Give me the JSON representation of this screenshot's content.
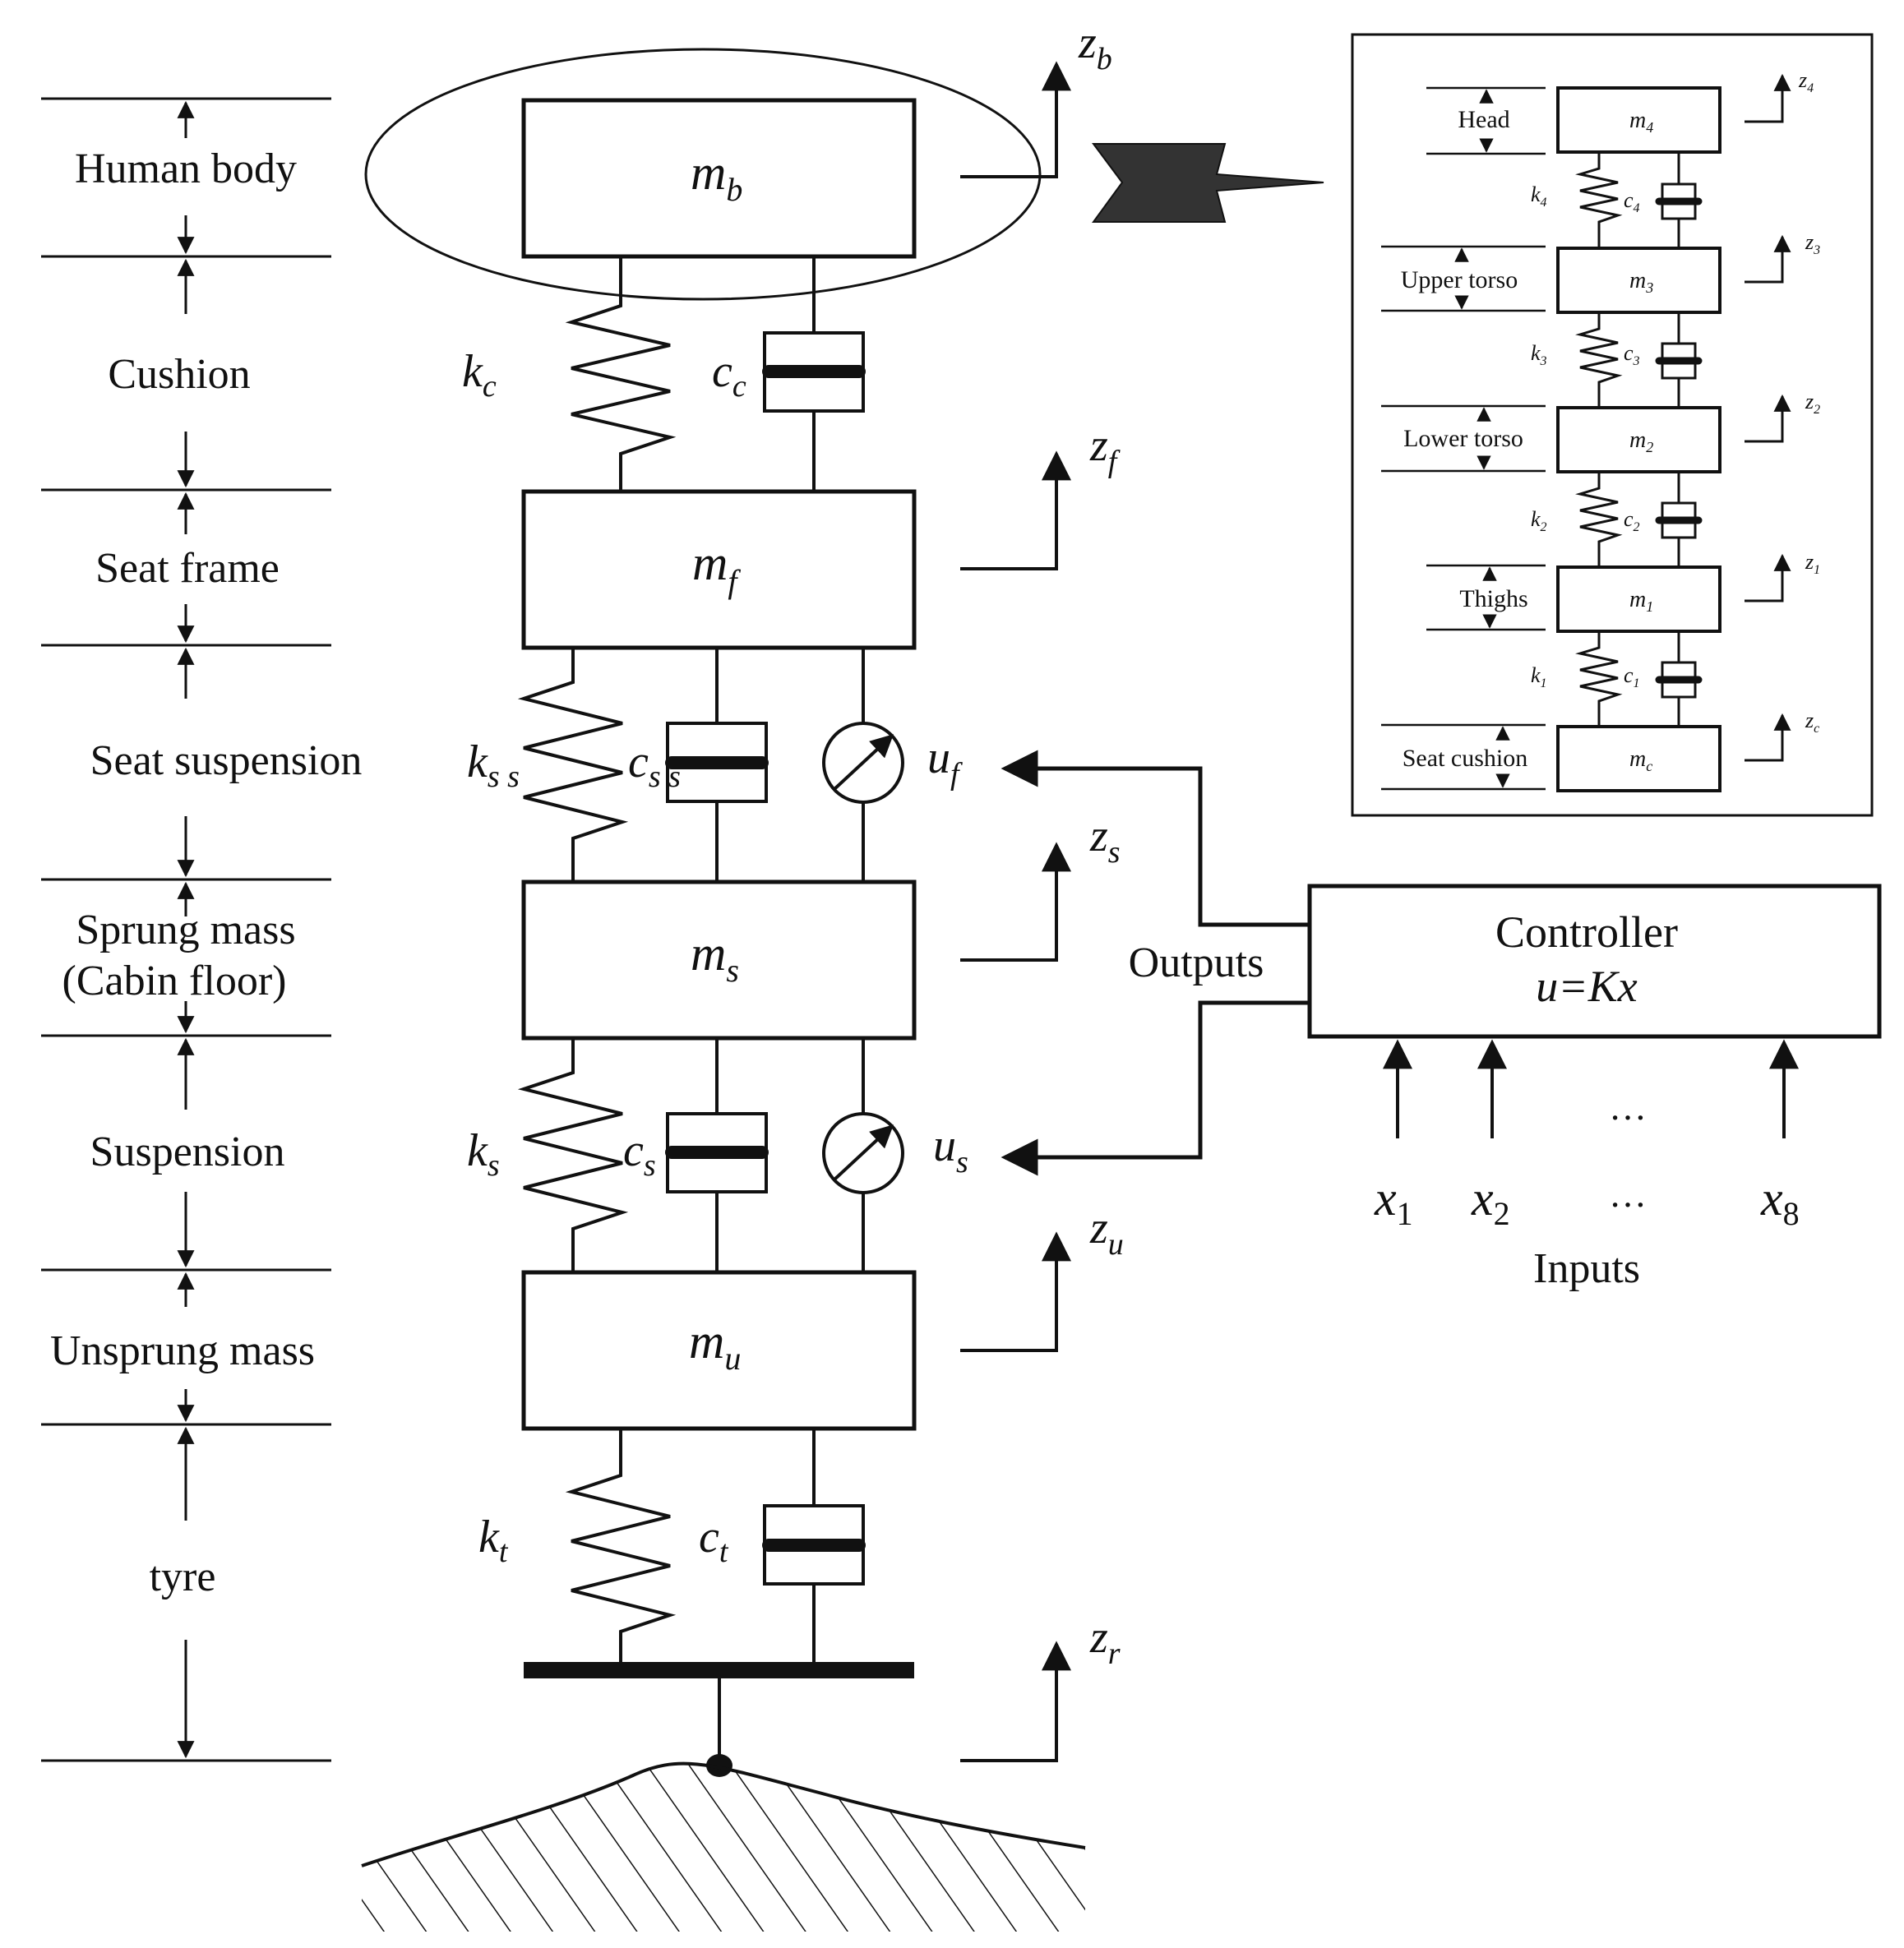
{
  "left_labels": {
    "human_body": "Human body",
    "cushion": "Cushion",
    "seat_frame": "Seat frame",
    "seat_suspension": "Seat suspension",
    "sprung_mass_1": "Sprung mass",
    "sprung_mass_2": "(Cabin floor)",
    "suspension": "Suspension",
    "unsprung_mass": "Unsprung mass",
    "tyre": "tyre"
  },
  "masses": {
    "mb": {
      "base": "m",
      "sub": "b"
    },
    "mf": {
      "base": "m",
      "sub": "f"
    },
    "ms": {
      "base": "m",
      "sub": "s"
    },
    "mu": {
      "base": "m",
      "sub": "u"
    }
  },
  "springs": {
    "kc": {
      "base": "k",
      "sub": "c"
    },
    "kss": {
      "base": "k",
      "sub": "s s"
    },
    "ks": {
      "base": "k",
      "sub": "s"
    },
    "kt": {
      "base": "k",
      "sub": "t"
    }
  },
  "dampers": {
    "cc": {
      "base": "c",
      "sub": "c"
    },
    "css": {
      "base": "c",
      "sub": "s s"
    },
    "cs": {
      "base": "c",
      "sub": "s"
    },
    "ct": {
      "base": "c",
      "sub": "t"
    }
  },
  "actuators": {
    "uf": {
      "base": "u",
      "sub": "f"
    },
    "us": {
      "base": "u",
      "sub": "s"
    }
  },
  "displacements": {
    "zb": {
      "base": "z",
      "sub": "b"
    },
    "zf": {
      "base": "z",
      "sub": "f"
    },
    "zs": {
      "base": "z",
      "sub": "s"
    },
    "zu": {
      "base": "z",
      "sub": "u"
    },
    "zr": {
      "base": "z",
      "sub": "r"
    }
  },
  "controller": {
    "title": "Controller",
    "law": "u=Kx",
    "outputs_label": "Outputs",
    "inputs_label": "Inputs",
    "x1": {
      "base": "x",
      "sub": "1"
    },
    "x2": {
      "base": "x",
      "sub": "2"
    },
    "x8": {
      "base": "x",
      "sub": "8"
    },
    "dots": "…"
  },
  "inset": {
    "head": "Head",
    "upper_torso": "Upper torso",
    "lower_torso": "Lower torso",
    "thighs": "Thighs",
    "seat_cushion": "Seat cushion",
    "m4": {
      "base": "m",
      "sub": "4"
    },
    "m3": {
      "base": "m",
      "sub": "3"
    },
    "m2": {
      "base": "m",
      "sub": "2"
    },
    "m1": {
      "base": "m",
      "sub": "1"
    },
    "mc": {
      "base": "m",
      "sub": "c"
    },
    "k4": {
      "base": "k",
      "sub": "4"
    },
    "k3": {
      "base": "k",
      "sub": "3"
    },
    "k2": {
      "base": "k",
      "sub": "2"
    },
    "k1": {
      "base": "k",
      "sub": "1"
    },
    "c4": {
      "base": "c",
      "sub": "4"
    },
    "c3": {
      "base": "c",
      "sub": "3"
    },
    "c2": {
      "base": "c",
      "sub": "2"
    },
    "c1": {
      "base": "c",
      "sub": "1"
    },
    "z4": {
      "base": "z",
      "sub": "4"
    },
    "z3": {
      "base": "z",
      "sub": "3"
    },
    "z2": {
      "base": "z",
      "sub": "2"
    },
    "z1": {
      "base": "z",
      "sub": "1"
    },
    "zc": {
      "base": "z",
      "sub": "c"
    }
  }
}
